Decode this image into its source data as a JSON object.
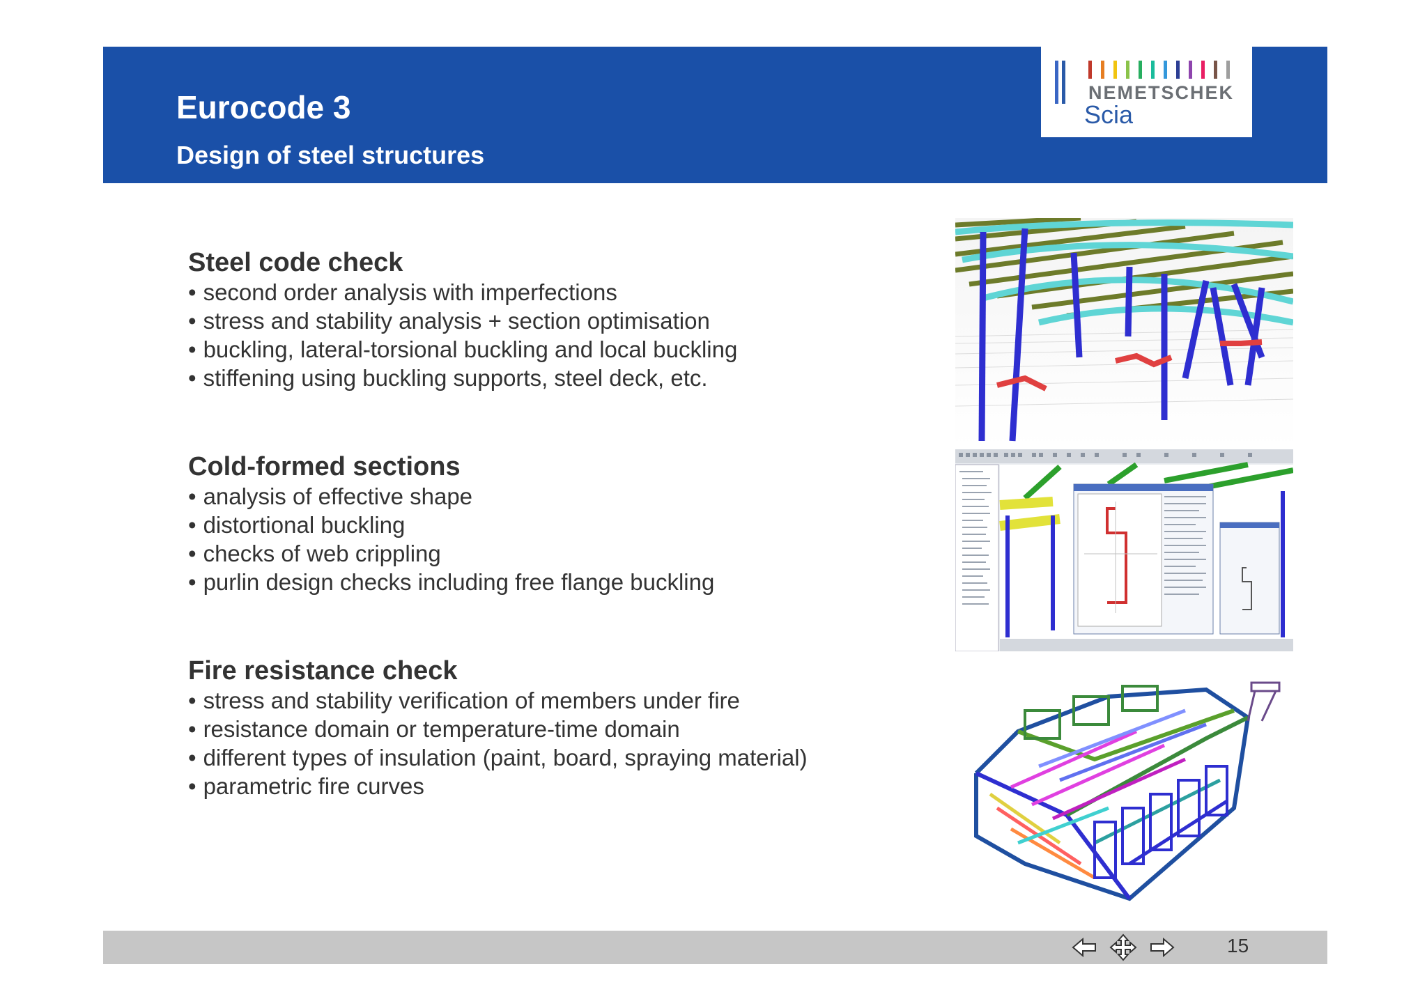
{
  "header": {
    "title": "Eurocode 3",
    "subtitle": "Design of steel structures"
  },
  "logo": {
    "brand": "NEMETSCHEK",
    "sub": "Scia",
    "bar_colors": [
      "#c0392b",
      "#e67e22",
      "#f1c40f",
      "#8bc34a",
      "#27ae60",
      "#1abc9c",
      "#3498db",
      "#2c3e94",
      "#8e44ad",
      "#e91e63",
      "#795548",
      "#9e9e9e"
    ]
  },
  "sections": [
    {
      "heading": "Steel code check",
      "items": [
        "second order analysis with imperfections",
        "stress and stability analysis + section optimisation",
        "buckling, lateral-torsional buckling and local buckling",
        "stiffening using buckling supports, steel deck, etc."
      ]
    },
    {
      "heading": "Cold-formed sections",
      "items": [
        "analysis of effective shape",
        "distortional buckling",
        "checks of web crippling",
        "purlin design checks including free flange buckling"
      ]
    },
    {
      "heading": "Fire resistance check",
      "items": [
        "stress and stability verification of members under fire",
        "resistance domain or temperature-time domain",
        "different types of insulation (paint, board, spraying material)",
        "parametric fire curves"
      ]
    }
  ],
  "footer": {
    "page_number": "15",
    "nav_icons": [
      "arrow-left-icon",
      "move-icon",
      "arrow-right-icon"
    ]
  },
  "colors": {
    "header_bg": "#1a50a8",
    "footer_bg": "#c6c6c6",
    "text": "#333333"
  }
}
